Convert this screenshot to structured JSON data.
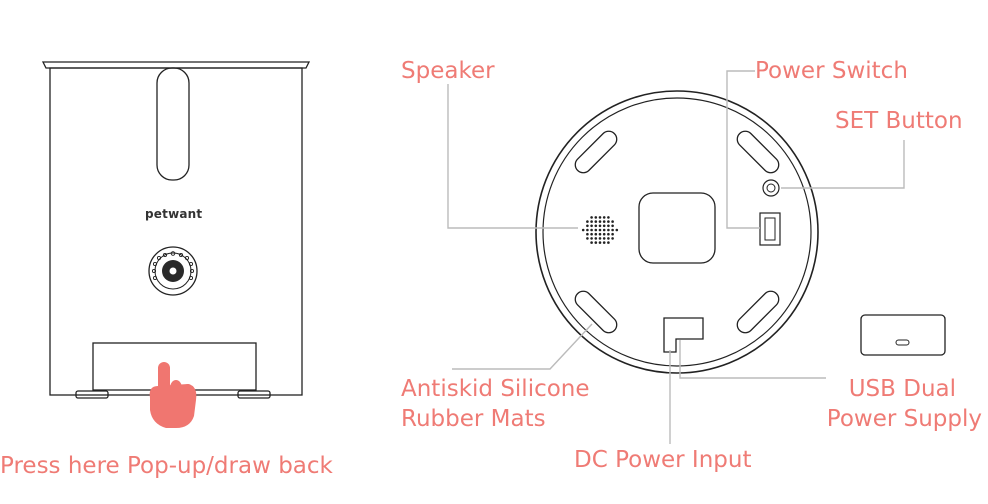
{
  "brand": "petwant",
  "labels": {
    "speaker": "Speaker",
    "power_switch": "Power Switch",
    "set_button": "SET Button",
    "antiskid_line1": "Antiskid Silicone",
    "antiskid_line2": "Rubber Mats",
    "usb_line1": "USB Dual",
    "usb_line2": "Power Supply",
    "dc_power": "DC Power Input",
    "press_here": "Press here Pop-up/draw back"
  },
  "colors": {
    "label": "#ef7b75",
    "outline": "#222222",
    "leader": "#bbbbbb",
    "hand": "#f07670"
  }
}
